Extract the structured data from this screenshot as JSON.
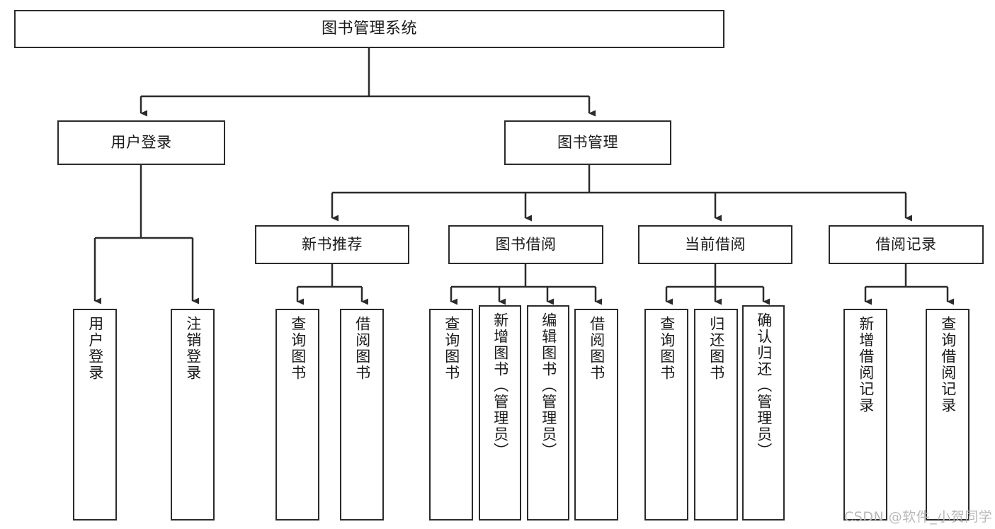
{
  "diagram": {
    "title": "图书管理系统",
    "type": "tree-hierarchy-chart",
    "orientation": "top-down",
    "line_color": "#2b2b2b",
    "box_fill": "#ffffff",
    "text_color": "#1a1a1a"
  },
  "nodes": {
    "root": {
      "label": "图书管理系统"
    },
    "level2": [
      {
        "label": "用户登录"
      },
      {
        "label": "图书管理"
      }
    ],
    "level3": [
      {
        "label": "新书推荐"
      },
      {
        "label": "图书借阅"
      },
      {
        "label": "当前借阅"
      },
      {
        "label": "借阅记录"
      }
    ],
    "leaves_login": [
      {
        "label": "用户登录"
      },
      {
        "label": "注销登录"
      }
    ],
    "leaves_newbook": [
      {
        "label": "查询图书"
      },
      {
        "label": "借阅图书"
      }
    ],
    "leaves_borrow": [
      {
        "label": "查询图书"
      },
      {
        "label": "新增图书（管理员）"
      },
      {
        "label": "编辑图书（管理员）"
      },
      {
        "label": "借阅图书"
      }
    ],
    "leaves_current": [
      {
        "label": "查询图书"
      },
      {
        "label": "归还图书"
      },
      {
        "label": "确认归还（管理员）"
      }
    ],
    "leaves_record": [
      {
        "label": "新增借阅记录"
      },
      {
        "label": "查询借阅记录"
      }
    ]
  },
  "watermark": {
    "text": "CSDN @软件_小贺同学"
  }
}
